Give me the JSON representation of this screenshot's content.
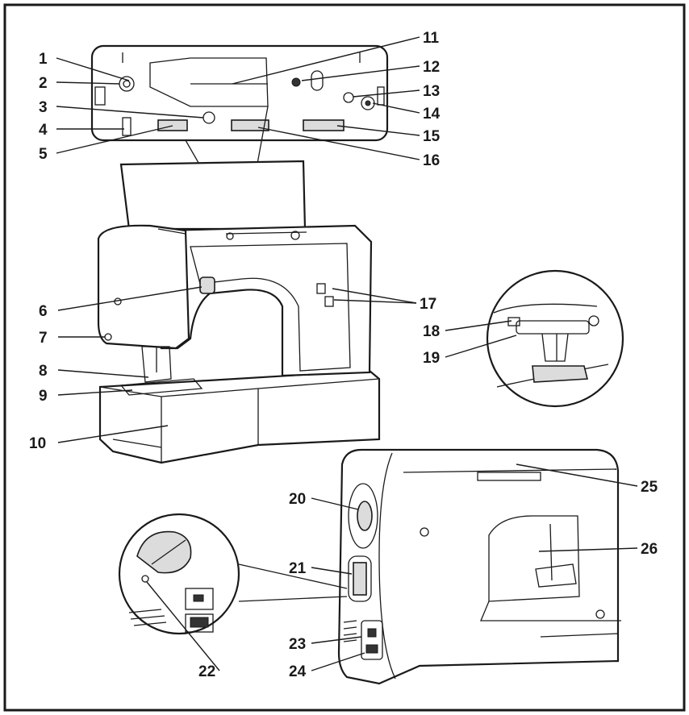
{
  "callouts": [
    {
      "id": "1",
      "text": "1"
    },
    {
      "id": "2",
      "text": "2"
    },
    {
      "id": "3",
      "text": "3"
    },
    {
      "id": "4",
      "text": "4"
    },
    {
      "id": "5",
      "text": "5"
    },
    {
      "id": "6",
      "text": "6"
    },
    {
      "id": "7",
      "text": "7"
    },
    {
      "id": "8",
      "text": "8"
    },
    {
      "id": "9",
      "text": "9"
    },
    {
      "id": "10",
      "text": "10"
    },
    {
      "id": "11",
      "text": "11"
    },
    {
      "id": "12",
      "text": "12"
    },
    {
      "id": "13",
      "text": "13"
    },
    {
      "id": "14",
      "text": "14"
    },
    {
      "id": "15",
      "text": "15"
    },
    {
      "id": "16",
      "text": "16"
    },
    {
      "id": "17",
      "text": "17"
    },
    {
      "id": "18",
      "text": "18"
    },
    {
      "id": "19",
      "text": "19"
    },
    {
      "id": "20",
      "text": "20"
    },
    {
      "id": "21",
      "text": "21"
    },
    {
      "id": "22",
      "text": "22"
    },
    {
      "id": "23",
      "text": "23"
    },
    {
      "id": "24",
      "text": "24"
    },
    {
      "id": "25",
      "text": "25"
    },
    {
      "id": "26",
      "text": "26"
    }
  ]
}
